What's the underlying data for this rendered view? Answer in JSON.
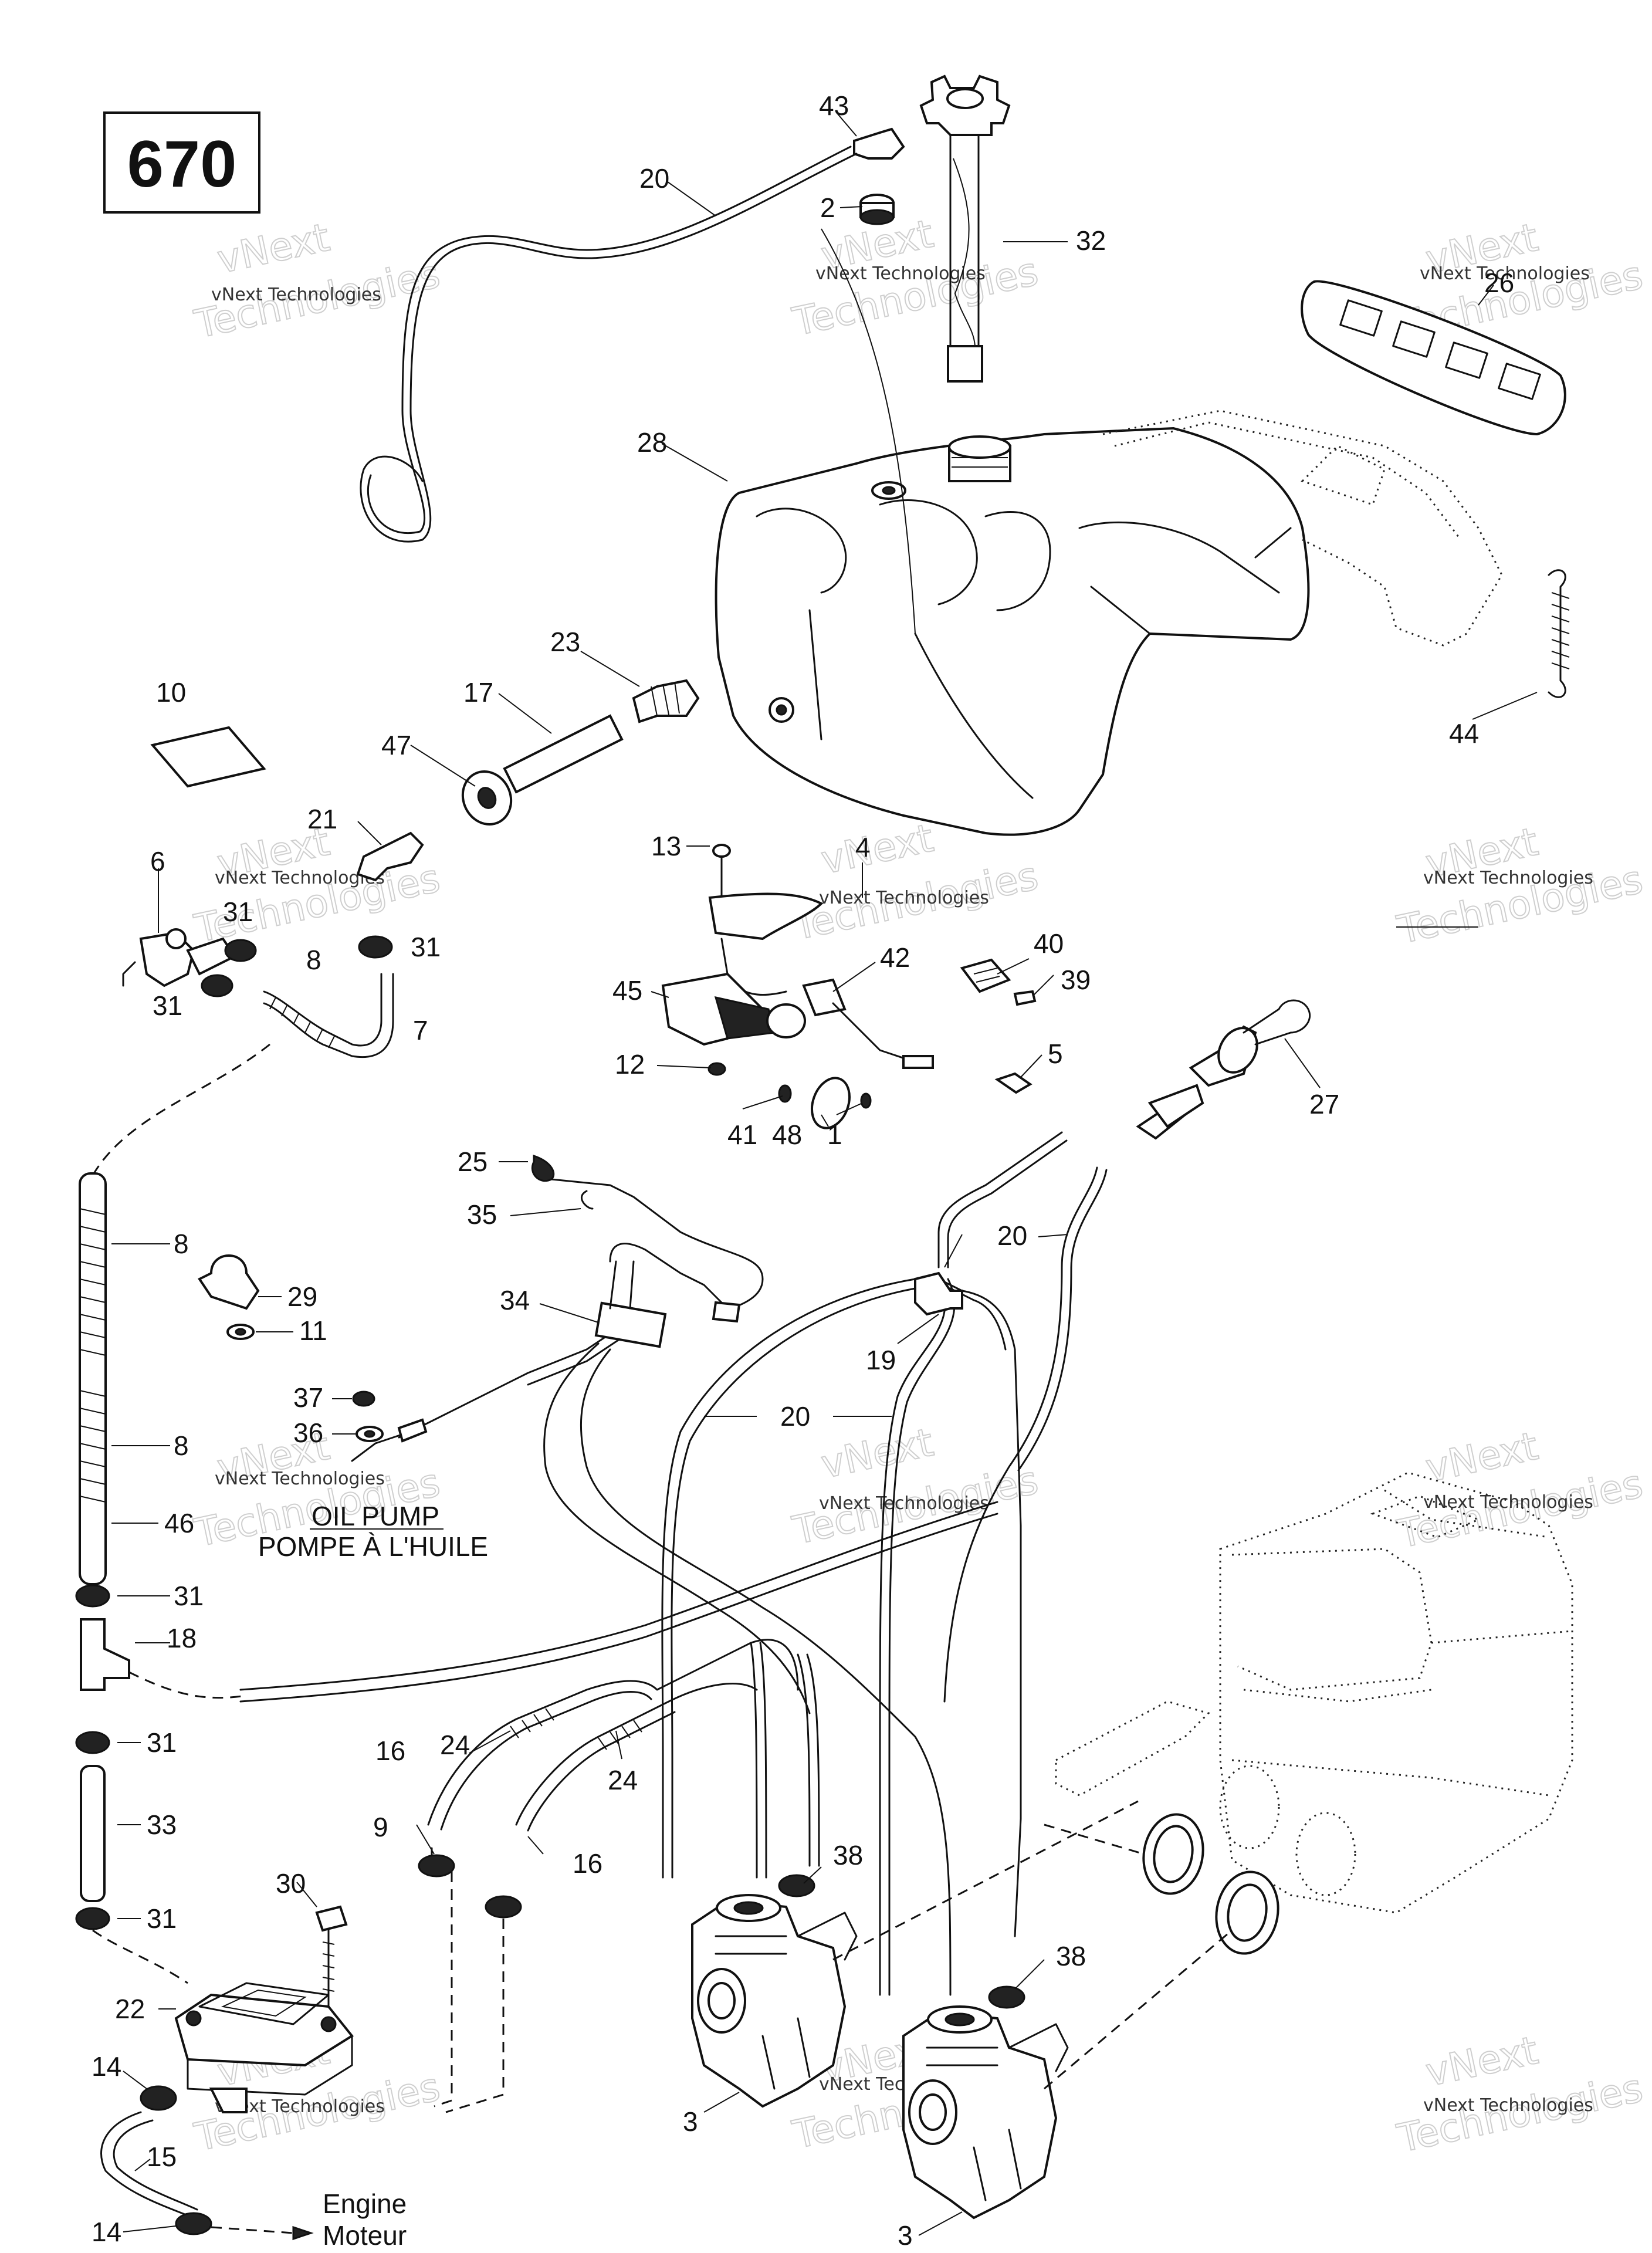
{
  "page_number": "670",
  "watermark": {
    "brand": "vNext",
    "company": "vNext Technologies",
    "word": "Technologies"
  },
  "callouts": {
    "c1": "1",
    "c2": "2",
    "c3a": "3",
    "c3b": "3",
    "c4": "4",
    "c5": "5",
    "c6": "6",
    "c7": "7",
    "c8a": "8",
    "c8b": "8",
    "c8c": "8",
    "c9": "9",
    "c10": "10",
    "c11": "11",
    "c12": "12",
    "c13": "13",
    "c14a": "14",
    "c14b": "14",
    "c15": "15",
    "c16a": "16",
    "c16b": "16",
    "c17": "17",
    "c18": "18",
    "c19": "19",
    "c20a": "20",
    "c20b": "20",
    "c20c": "20",
    "c21": "21",
    "c22": "22",
    "c23": "23",
    "c24a": "24",
    "c24b": "24",
    "c25": "25",
    "c26": "26",
    "c27": "27",
    "c28": "28",
    "c29": "29",
    "c30": "30",
    "c31a": "31",
    "c31b": "31",
    "c31c": "31",
    "c31d": "31",
    "c31e": "31",
    "c31f": "31",
    "c32": "32",
    "c33": "33",
    "c34": "34",
    "c35": "35",
    "c36": "36",
    "c37": "37",
    "c38a": "38",
    "c38b": "38",
    "c39": "39",
    "c40": "40",
    "c41": "41",
    "c42": "42",
    "c43": "43",
    "c44": "44",
    "c45": "45",
    "c46": "46",
    "c47": "47",
    "c48": "48"
  },
  "labels": {
    "oil_pump_en": "OIL PUMP",
    "oil_pump_fr": "POMPE À L'HUILE",
    "engine_en": "Engine",
    "engine_fr": "Moteur"
  }
}
